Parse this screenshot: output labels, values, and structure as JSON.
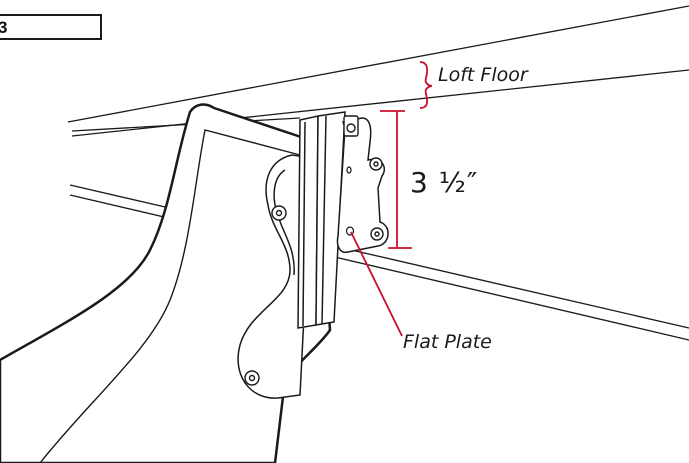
{
  "step": {
    "number": "3"
  },
  "labels": {
    "loft_floor": "Loft Floor",
    "measurement": "3 ½″",
    "flat_plate": "Flat Plate"
  },
  "colors": {
    "callout": "#c8102e",
    "line": "#1a1a1a",
    "fill": "#ffffff"
  }
}
